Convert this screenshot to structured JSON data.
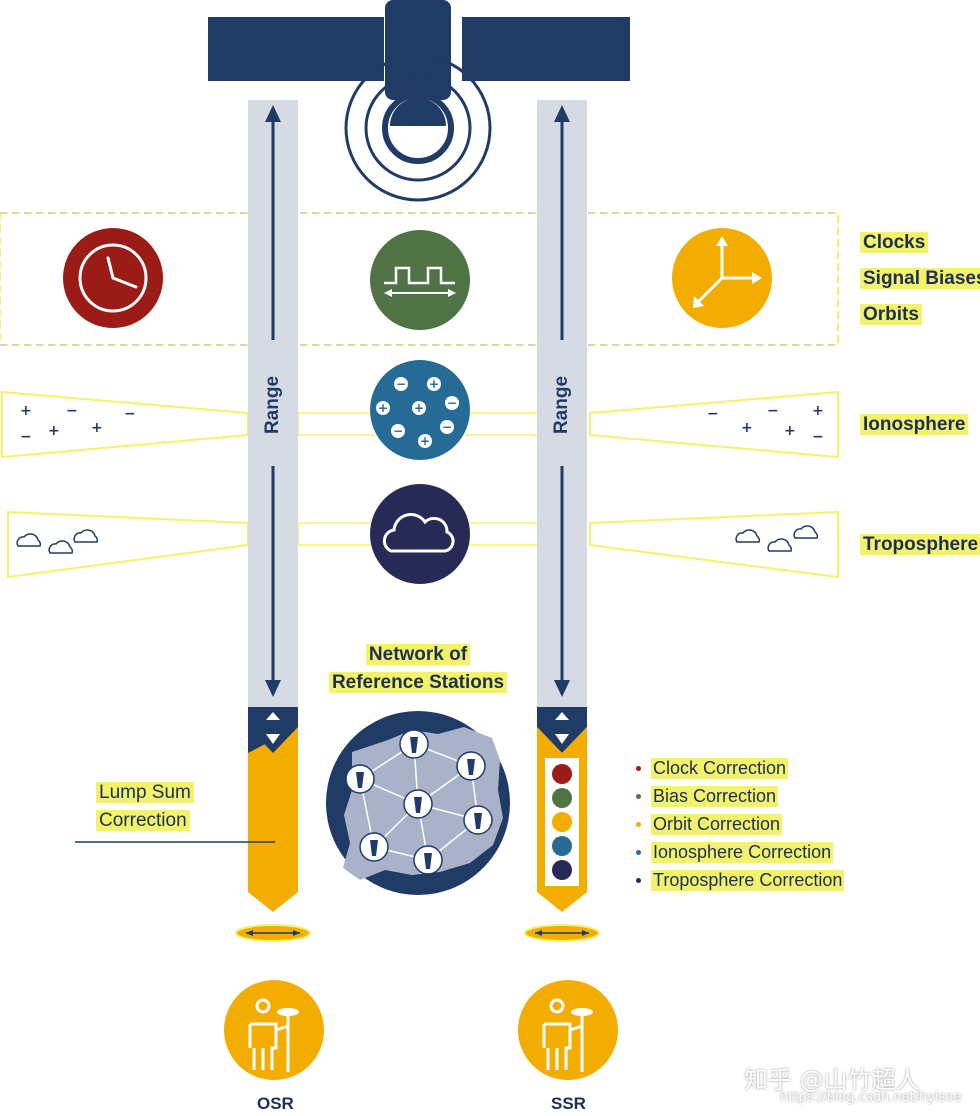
{
  "layers": {
    "clocks": "Clocks",
    "signal_biases": "Signal Biases",
    "orbits": "Orbits",
    "ionosphere": "Ionosphere",
    "troposphere": "Troposphere"
  },
  "range_label_left": "Range",
  "range_label_right": "Range",
  "network": {
    "line1": "Network of",
    "line2": "Reference Stations"
  },
  "lump_sum": {
    "line1": "Lump Sum",
    "line2": "Correction"
  },
  "legend": [
    {
      "label": "Clock Correction",
      "color": "#9b1c16"
    },
    {
      "label": "Bias Correction",
      "color": "#4f7345"
    },
    {
      "label": "Orbit Correction",
      "color": "#f2ad00"
    },
    {
      "label": "Ionosphere Correction",
      "color": "#266b95"
    },
    {
      "label": "Troposphere Correction",
      "color": "#262a55"
    }
  ],
  "ground_left": "OSR",
  "ground_right": "SSR",
  "colors": {
    "navy": "#1f3b66",
    "beam": "#d6dae3",
    "amber": "#f2ad00",
    "clock_red": "#9b1c16",
    "bias_green": "#4f7345",
    "iono_blue": "#266b95",
    "tropo_indigo": "#262a55",
    "highlight": "#f2f36a"
  },
  "watermark": {
    "line1": "知乎 @山竹超人",
    "line2": "https://blog.csdn.net/hyisoe"
  }
}
